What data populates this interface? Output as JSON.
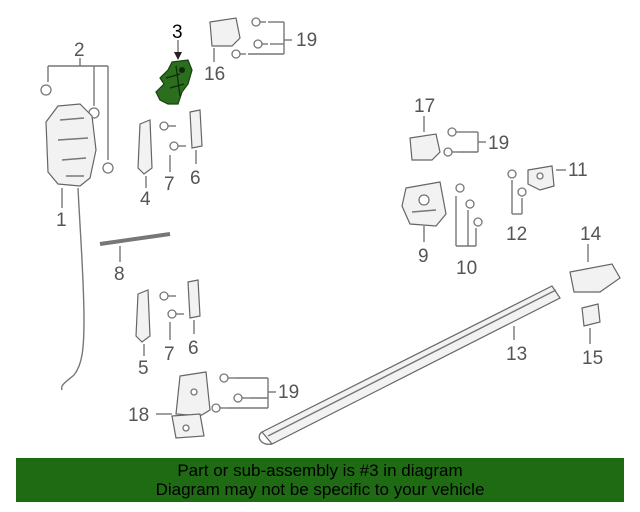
{
  "diagram": {
    "highlighted_part": "3",
    "part_labels": {
      "p1": "1",
      "p2": "2",
      "p3": "3",
      "p4": "4",
      "p5": "5",
      "p6a": "6",
      "p6b": "6",
      "p7a": "7",
      "p7b": "7",
      "p8": "8",
      "p9": "9",
      "p10": "10",
      "p11": "11",
      "p12": "12",
      "p13": "13",
      "p14": "14",
      "p15": "15",
      "p16": "16",
      "p17": "17",
      "p18": "18",
      "p19a": "19",
      "p19b": "19",
      "p19c": "19"
    },
    "colors": {
      "highlight": "#2a6e1e",
      "footer_bg": "#1e6b14",
      "line": "#777777"
    }
  },
  "footer": {
    "line1": "Part or sub-assembly is #3 in diagram",
    "line2": "Diagram may not be specific to your vehicle"
  }
}
